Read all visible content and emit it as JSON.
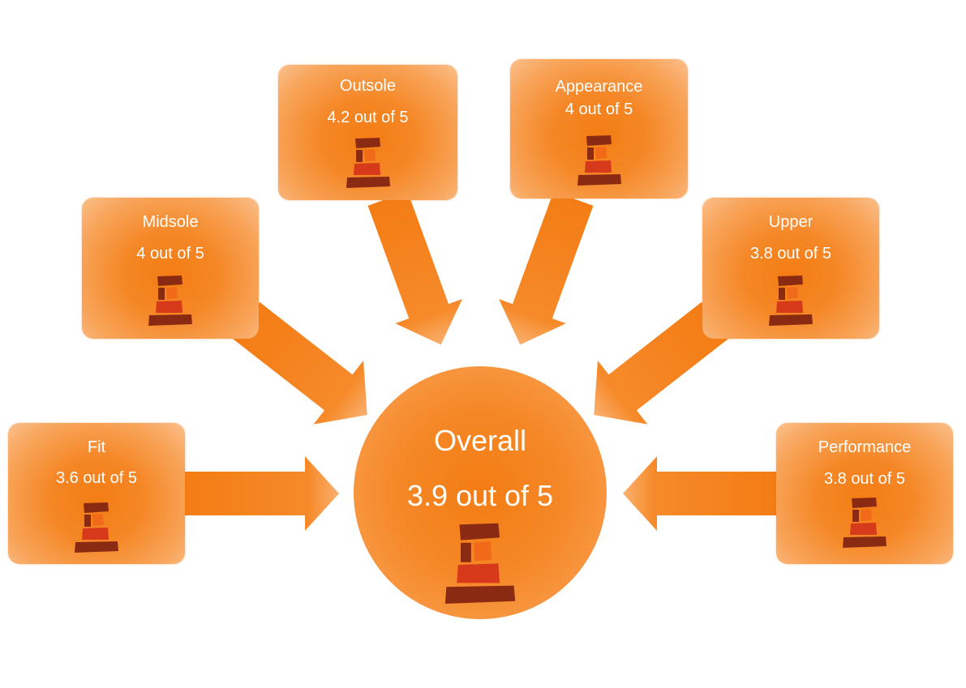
{
  "overall": {
    "label": "Overall",
    "score": "3.9 out of 5"
  },
  "categories": [
    {
      "key": "fit",
      "label": "Fit",
      "score": "3.6 out of 5"
    },
    {
      "key": "midsole",
      "label": "Midsole",
      "score": "4 out of 5"
    },
    {
      "key": "outsole",
      "label": "Outsole",
      "score": "4.2 out of 5"
    },
    {
      "key": "appearance",
      "label": "Appearance",
      "score": "4 out of 5"
    },
    {
      "key": "upper",
      "label": "Upper",
      "score": "3.8 out of 5"
    },
    {
      "key": "performance",
      "label": "Performance",
      "score": "3.8 out of 5"
    }
  ],
  "icon": "stacked-stones-icon",
  "colors": {
    "accent": "#f58220",
    "box_edge": "#fbc08c",
    "text": "#ffffff",
    "stone_dark": "#8b2a12",
    "stone_red": "#d63a1a",
    "stone_orange": "#f06a1a"
  }
}
